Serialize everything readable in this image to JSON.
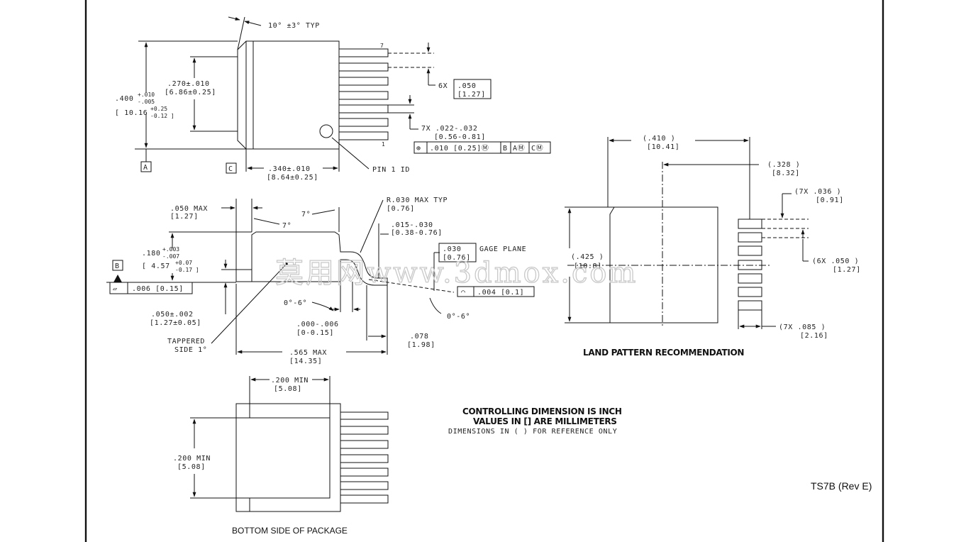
{
  "document_id": "TS7B (Rev E)",
  "watermark": "莫用网www.3dmox.com",
  "top_view": {
    "angle_note": "10° ±3° TYP",
    "height_in": ".400",
    "height_in_tol_plus": "+.010",
    "height_in_tol_minus": "-.005",
    "height_mm": "[ 10.16",
    "height_mm_tol_plus": "+0.25",
    "height_mm_tol_minus": "-0.12 ]",
    "tab_height_in": ".270±.010",
    "tab_height_mm": "[6.86±0.25]",
    "pitch_count": "6X",
    "pitch_in": ".050",
    "pitch_mm": "[1.27]",
    "lead_width": "7X .022-.032",
    "lead_width_mm": "[0.56-0.81]",
    "tolerance_frame": [
      "⊕",
      ".010 [0.25]Ⓜ",
      "B",
      "AⓂ",
      "CⓂ"
    ],
    "datum_a": "A",
    "datum_c": "C",
    "width_in": ".340±.010",
    "width_mm": "[8.64±0.25]",
    "pin1_label": "PIN 1 ID",
    "pin_top": "7",
    "pin_bottom": "1"
  },
  "side_view": {
    "tab_max_in": ".050 MAX",
    "tab_max_mm": "[1.27]",
    "angle_7_a": "7°",
    "angle_7_b": "7°",
    "radius_note": "R.030 MAX TYP",
    "radius_mm": "[0.76]",
    "lead_thk_in": ".015-.030",
    "lead_thk_mm": "[0.38-0.76]",
    "height_in": ".180",
    "height_tol_plus": "+.003",
    "height_tol_minus": "-.007",
    "height_mm": "[ 4.57",
    "height_mm_tol_plus": "+0.07",
    "height_mm_tol_minus": "-0.17 ]",
    "datum_b": "B",
    "flatness_symbol": "▱",
    "flatness_value": ".006 [0.15]",
    "gage_in": ".030",
    "gage_mm": "[0.76]",
    "gage_label": "GAGE PLANE",
    "profile_symbol": "◠",
    "profile_value": ".004 [0.1]",
    "angle_0_6_a": "0°-6°",
    "angle_0_6_b": "0°-6°",
    "standoff_in": ".050±.002",
    "standoff_mm": "[1.27±0.05]",
    "seat_in": ".000-.006",
    "seat_mm": "[0-0.15]",
    "foot_in": ".078",
    "foot_mm": "[1.98]",
    "taper_label_1": "TAPPERED",
    "taper_label_2": "SIDE 1°",
    "length_in": ".565  MAX",
    "length_mm": "[14.35]"
  },
  "land_pattern": {
    "title": "LAND PATTERN RECOMMENDATION",
    "overall_in": "(.410   )",
    "overall_mm": "[10.41]",
    "pad_span_in": "(.328  )",
    "pad_span_mm": "[8.32]",
    "pad_w_in": "(7X .036  )",
    "pad_w_mm": "[0.91]",
    "pitch_in": "(6X .050  )",
    "pitch_mm": "[1.27]",
    "height_in": "(.425  )",
    "height_mm": "[10.8]",
    "pad_len_in": "(7X .085  )",
    "pad_len_mm": "[2.16]"
  },
  "bottom_view": {
    "caption": "BOTTOM SIDE OF PACKAGE",
    "width_in": ".200 MIN",
    "width_mm": "[5.08]",
    "height_in": ".200 MIN",
    "height_mm": "[5.08]"
  },
  "notes": {
    "line1": "CONTROLLING DIMENSION IS INCH",
    "line2": "VALUES IN [] ARE MILLIMETERS",
    "line3": "DIMENSIONS IN ( ) FOR REFERENCE ONLY"
  }
}
